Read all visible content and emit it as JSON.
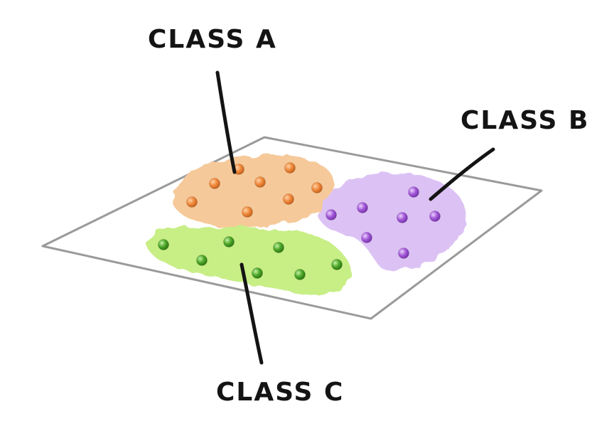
{
  "labels": {
    "class_a": "CLASS A",
    "class_b": "CLASS B",
    "class_c": "CLASS C"
  },
  "colors": {
    "background": "#ffffff",
    "plane_stroke": "#9a9a9a",
    "ink": "#141414",
    "class_a_region": "#f6c99a",
    "class_a_point": "#f08a3c",
    "class_b_region": "#dcc2f4",
    "class_b_point": "#a45ad8",
    "class_c_region": "#c8ee86",
    "class_c_point": "#4fa82a"
  }
}
